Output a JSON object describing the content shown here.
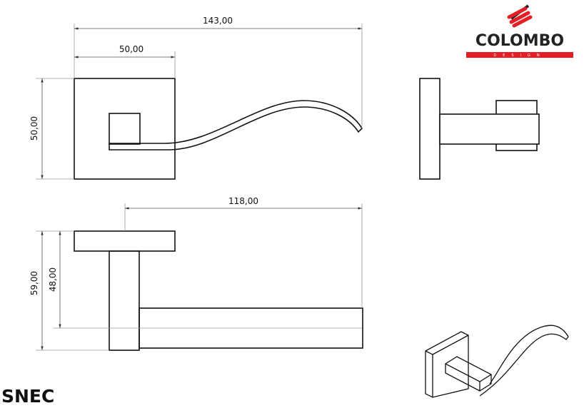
{
  "product_code": "SNEC",
  "logo": {
    "brand": "COLOMBO",
    "sub": "DESIGN",
    "brand_color": "#e31e24",
    "text_color": "#222222"
  },
  "dimensions": {
    "front_total_width": "143,00",
    "front_plate_width": "50,00",
    "front_plate_height": "50,00",
    "top_projection": "118,00",
    "top_total_depth": "59,00",
    "top_bar_depth": "48,00"
  }
}
